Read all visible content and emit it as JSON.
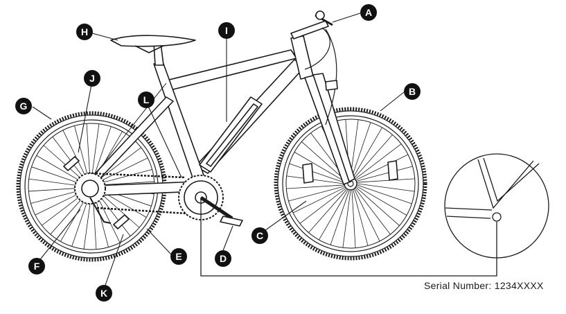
{
  "diagram": {
    "serial_label": "Serial Number: 1234XXXX",
    "callouts": [
      "A",
      "B",
      "C",
      "D",
      "E",
      "F",
      "G",
      "H",
      "I",
      "J",
      "K",
      "L"
    ],
    "colors": {
      "line": "#1a1a1a",
      "callout_fill": "#111111",
      "callout_text": "#ffffff"
    }
  }
}
